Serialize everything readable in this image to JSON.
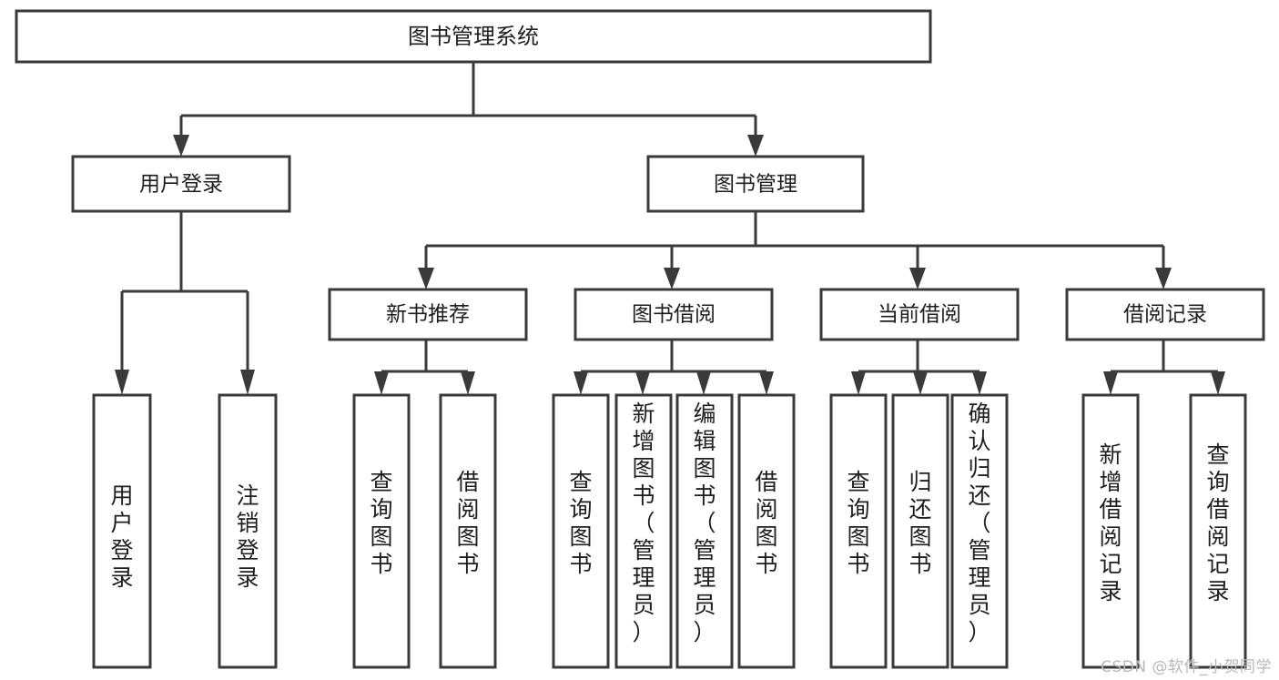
{
  "diagram": {
    "title": "图书管理系统",
    "watermark": "CSDN @软件_小贺同学",
    "stroke_color": "#3a3a3a",
    "fill_color": "#ffffff",
    "text_color": "#1e1e1e",
    "watermark_color": "#b9b9b9",
    "root": {
      "label": "图书管理系统"
    },
    "level1": [
      {
        "label": "用户登录"
      },
      {
        "label": "图书管理"
      }
    ],
    "level2": [
      {
        "label": "新书推荐"
      },
      {
        "label": "图书借阅"
      },
      {
        "label": "当前借阅"
      },
      {
        "label": "借阅记录"
      }
    ],
    "leaves": {
      "user_login": [
        {
          "label": "用户登录"
        },
        {
          "label": "注销登录"
        }
      ],
      "new_book_recommend": [
        {
          "label": "查询图书"
        },
        {
          "label": "借阅图书"
        }
      ],
      "book_borrow": [
        {
          "label": "查询图书"
        },
        {
          "label": "新增图书（管理员）"
        },
        {
          "label": "编辑图书（管理员）"
        },
        {
          "label": "借阅图书"
        }
      ],
      "current_borrow": [
        {
          "label": "查询图书"
        },
        {
          "label": "归还图书"
        },
        {
          "label": "确认归还（管理员）"
        }
      ],
      "borrow_record": [
        {
          "label": "新增借阅记录"
        },
        {
          "label": "查询借阅记录"
        }
      ]
    }
  }
}
